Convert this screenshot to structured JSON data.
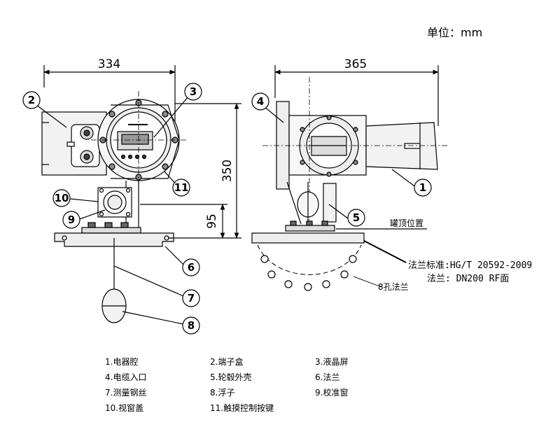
{
  "unit_label": "单位：mm",
  "dimensions": {
    "left_width": "334",
    "right_width": "365",
    "height": "350",
    "float_offset": "95"
  },
  "callouts": [
    "1",
    "2",
    "3",
    "4",
    "5",
    "6",
    "7",
    "8",
    "9",
    "10",
    "11"
  ],
  "notes": {
    "tank_top": "罐顶位置",
    "flange_standard": "法兰标准:HG/T 20592-2009",
    "flange": "法兰: DN200 RF面",
    "holes": "8孔法兰"
  },
  "legend": [
    "1.电器腔",
    "2.端子盒",
    "3.液晶屏",
    "4.电缆入口",
    "5.轮毂外壳",
    "6.法兰",
    "7.测量钢丝",
    "8.浮子",
    "9.校准窗",
    "10.视窗盖",
    "11.触摸控制按键"
  ]
}
